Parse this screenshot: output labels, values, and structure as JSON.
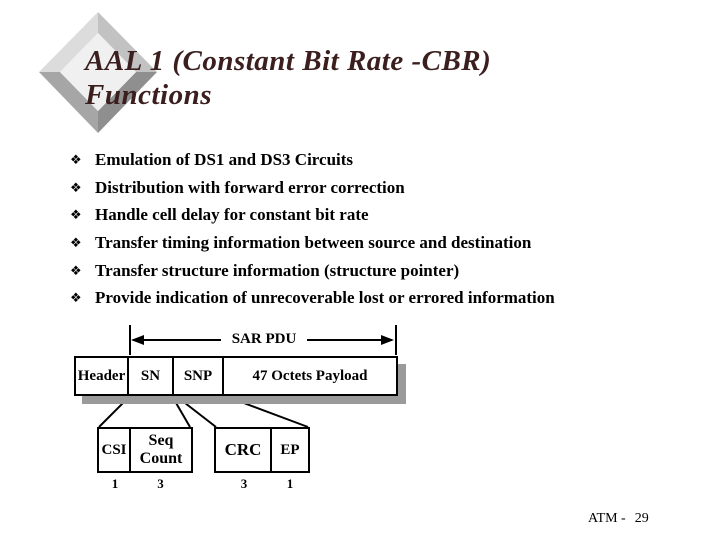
{
  "title": {
    "line1": "AAL 1 (Constant Bit Rate -CBR)",
    "line2": "Functions"
  },
  "bullets": {
    "glyph": "❖",
    "items": [
      "Emulation of DS1 and DS3 Circuits",
      "Distribution with forward error correction",
      "Handle cell delay for constant bit rate",
      "Transfer timing information between source and destination",
      "Transfer structure information (structure pointer)",
      "Provide indication of unrecoverable lost or errored information"
    ]
  },
  "diagram": {
    "span_label": "SAR PDU",
    "main_row": {
      "header": "Header",
      "sn": "SN",
      "snp": "SNP",
      "payload": "47 Octets Payload"
    },
    "sn_detail": {
      "csi": "CSI",
      "csi_bits": "1",
      "seq": "Seq Count",
      "seq_bits": "3"
    },
    "snp_detail": {
      "crc": "CRC",
      "crc_bits": "3",
      "ep": "EP",
      "ep_bits": "1"
    }
  },
  "footer": {
    "label": "ATM -",
    "page": "29"
  },
  "colors": {
    "background": "#ffffff",
    "title_text": "#3b1e1e",
    "body_text": "#000000",
    "box_shadow": "#9a9a9a",
    "logo_face": "#f0f0f0"
  }
}
